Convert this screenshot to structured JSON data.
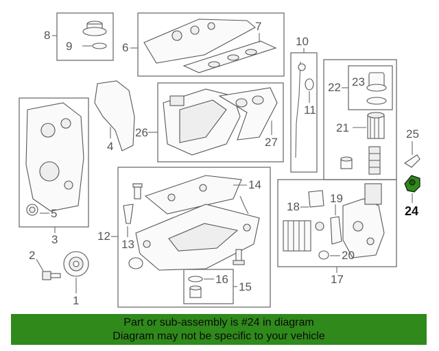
{
  "callouts": {
    "c1": "1",
    "c2": "2",
    "c3": "3",
    "c4": "4",
    "c5": "5",
    "c6": "6",
    "c7": "7",
    "c8": "8",
    "c9": "9",
    "c10": "10",
    "c11": "11",
    "c12": "12",
    "c13": "13",
    "c14": "14",
    "c15": "15",
    "c16": "16",
    "c17": "17",
    "c18": "18",
    "c19": "19",
    "c20": "20",
    "c21": "21",
    "c22": "22",
    "c23": "23",
    "c24": "24",
    "c25": "25",
    "c26": "26",
    "c27": "27"
  },
  "highlight": {
    "part_number": "24",
    "color": "#2f8a1b"
  },
  "banner": {
    "line1": "Part or sub-assembly is #24 in diagram",
    "line2": "Diagram may not be specific to your vehicle",
    "background": "#2f8a1b"
  }
}
